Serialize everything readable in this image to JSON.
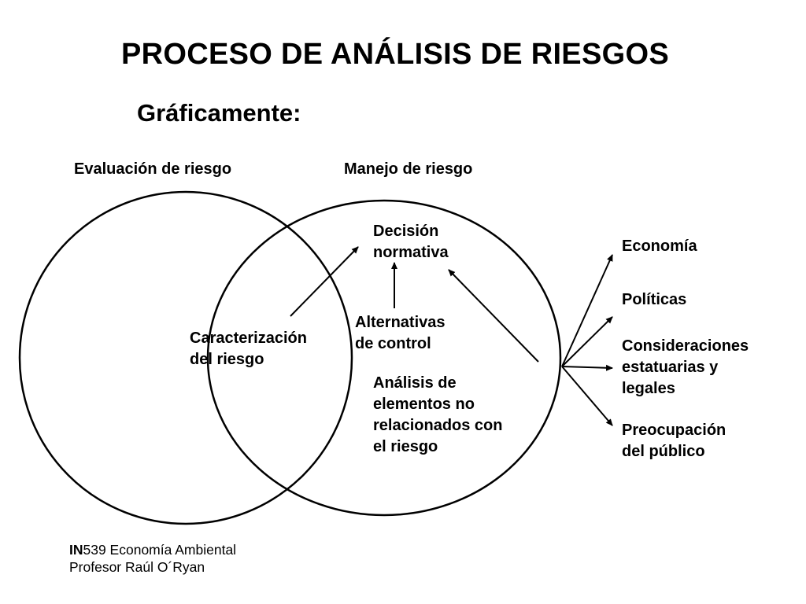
{
  "title": "PROCESO DE ANÁLISIS DE RIESGOS",
  "subtitle": "Gráficamente:",
  "circles": {
    "left_label": "Evaluación de riesgo",
    "right_label": "Manejo de riesgo"
  },
  "nodes": {
    "caracterizacion": "Caracterización\ndel riesgo",
    "decision": "Decisión\nnormativa",
    "alternativas": "Alternativas\nde control",
    "analisis": "Análisis de\nelementos no\nrelacionados con\nel riesgo"
  },
  "factors": [
    "Economía",
    "Políticas",
    "Consideraciones\nestatuarias y\nlegales",
    "Preocupación\ndel público"
  ],
  "footer": {
    "course_code_bold": "IN",
    "course_rest": "539 Economía Ambiental",
    "professor": "Profesor Raúl O´Ryan"
  }
}
